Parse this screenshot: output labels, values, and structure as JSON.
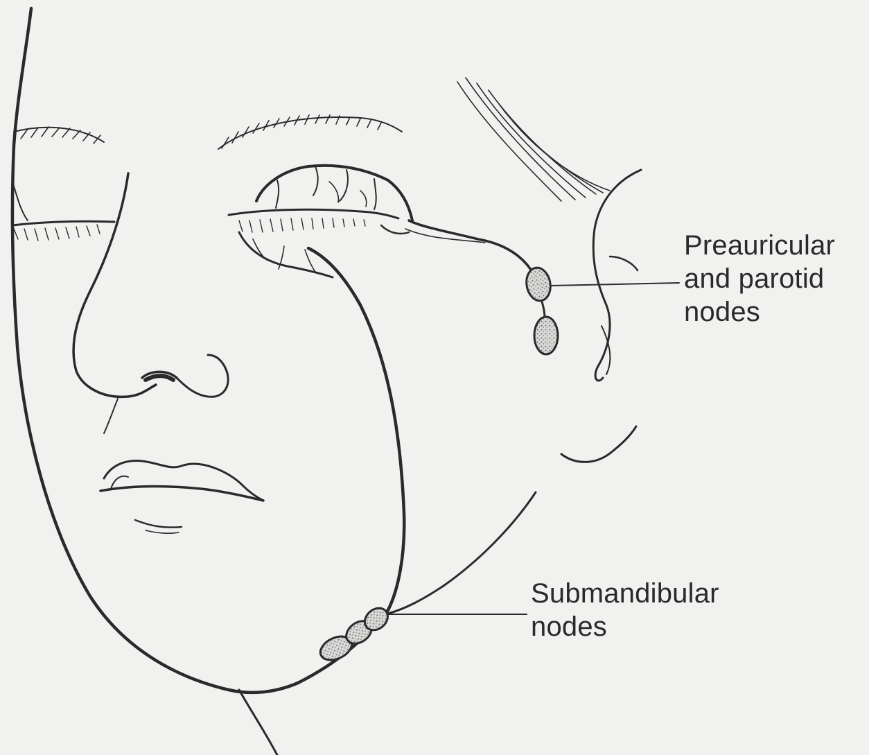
{
  "labels": {
    "preauricular": {
      "line1": "Preauricular",
      "line2": "and parotid",
      "line3": "nodes"
    },
    "submandibular": {
      "line1": "Submandibular",
      "line2": "nodes"
    }
  },
  "colors": {
    "ink": "#2a2a2a",
    "paper": "#f1f1ef",
    "node_fill": "#cfcfcf"
  }
}
